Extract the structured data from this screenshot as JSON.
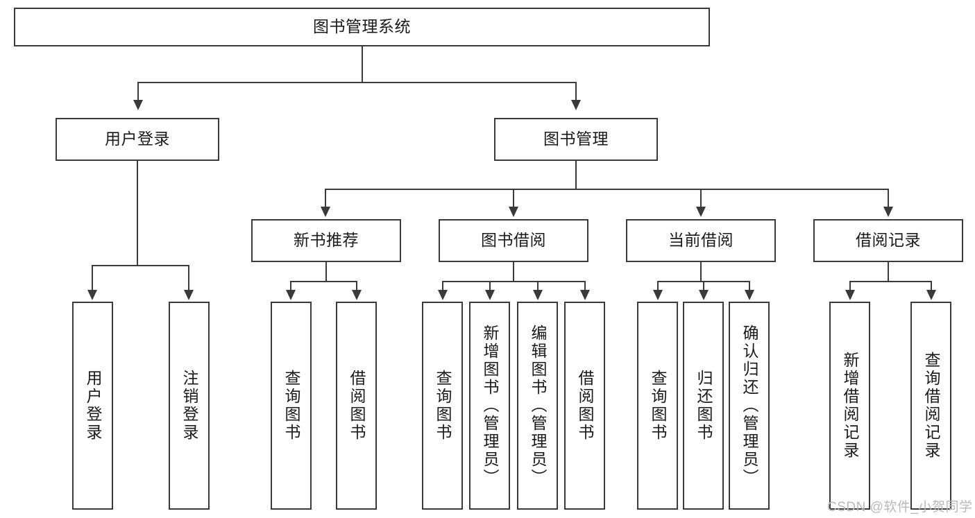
{
  "diagram": {
    "title": "图书管理系统",
    "type": "tree-hierarchy",
    "root": {
      "label": "图书管理系统"
    },
    "level2": [
      {
        "label": "用户登录"
      },
      {
        "label": "图书管理"
      }
    ],
    "level3": [
      {
        "label": "新书推荐"
      },
      {
        "label": "图书借阅"
      },
      {
        "label": "当前借阅"
      },
      {
        "label": "借阅记录"
      }
    ],
    "leaves": {
      "user_login": [
        {
          "label": "用户登录"
        },
        {
          "label": "注销登录"
        }
      ],
      "new_book_recommend": [
        {
          "label": "查询图书"
        },
        {
          "label": "借阅图书"
        }
      ],
      "book_borrow": [
        {
          "label": "查询图书"
        },
        {
          "label": "新增图书（管理员）"
        },
        {
          "label": "编辑图书（管理员）"
        },
        {
          "label": "借阅图书"
        }
      ],
      "current_borrow": [
        {
          "label": "查询图书"
        },
        {
          "label": "归还图书"
        },
        {
          "label": "确认归还（管理员）"
        }
      ],
      "borrow_records": [
        {
          "label": "新增借阅记录"
        },
        {
          "label": "查询借阅记录"
        }
      ]
    }
  },
  "watermark": {
    "text": "CSDN @软件_小贺同学"
  },
  "colors": {
    "stroke": "#3a3a3a",
    "background": "#ffffff",
    "text": "#1a1a1a",
    "watermark": "#b9b9b9"
  }
}
